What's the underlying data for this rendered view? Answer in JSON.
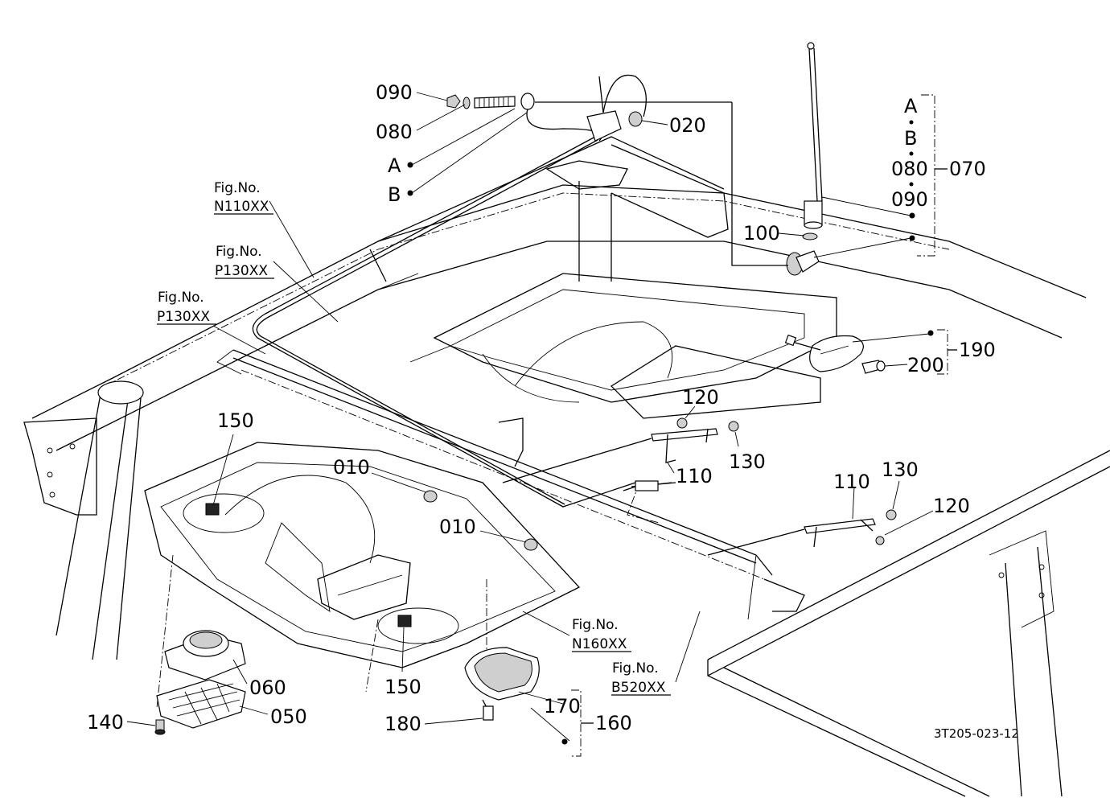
{
  "diagram": {
    "drawing_code": "3T205-023-12",
    "part_numbers": {
      "p010a": "010",
      "p010b": "010",
      "p020": "020",
      "p050": "050",
      "p060": "060",
      "p070": "070",
      "p080": "080",
      "p090": "090",
      "p100": "100",
      "p110a": "110",
      "p110b": "110",
      "p120a": "120",
      "p120b": "120",
      "p130a": "130",
      "p130b": "130",
      "p140": "140",
      "p150a": "150",
      "p150b": "150",
      "p160": "160",
      "p170": "170",
      "p180": "180",
      "p190": "190",
      "p200": "200"
    },
    "kit_070_items": [
      "A",
      "B",
      "080",
      "090"
    ],
    "markers": {
      "a": "A",
      "b": "B"
    },
    "fig_refs": [
      {
        "title": "Fig.No.",
        "code": "N110XX"
      },
      {
        "title": "Fig.No.",
        "code": "P130XX"
      },
      {
        "title": "Fig.No.",
        "code": "P130XX"
      },
      {
        "title": "Fig.No.",
        "code": "N160XX"
      },
      {
        "title": "Fig.No.",
        "code": "B520XX"
      }
    ]
  }
}
